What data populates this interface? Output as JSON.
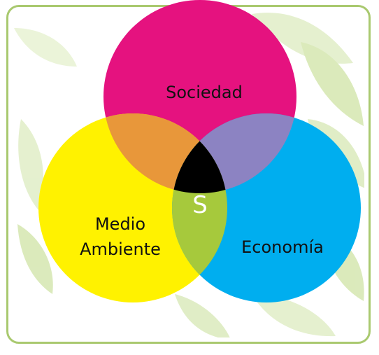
{
  "diagram": {
    "labels": {
      "top": "Sociedad",
      "left_line1": "Medio",
      "left_line2": "Ambiente",
      "right": "Economía",
      "center": "S"
    },
    "colors": {
      "sociedad": "#e5127f",
      "medio_ambiente": "#fff200",
      "economia": "#00aeef",
      "overlap_sociedad_medio": "#e8973a",
      "overlap_sociedad_economia": "#8c83c2",
      "overlap_medio_economia": "#a6c93c",
      "center": "#000000",
      "frame": "#a9c96f",
      "leaves": "#cfe3a5"
    }
  }
}
